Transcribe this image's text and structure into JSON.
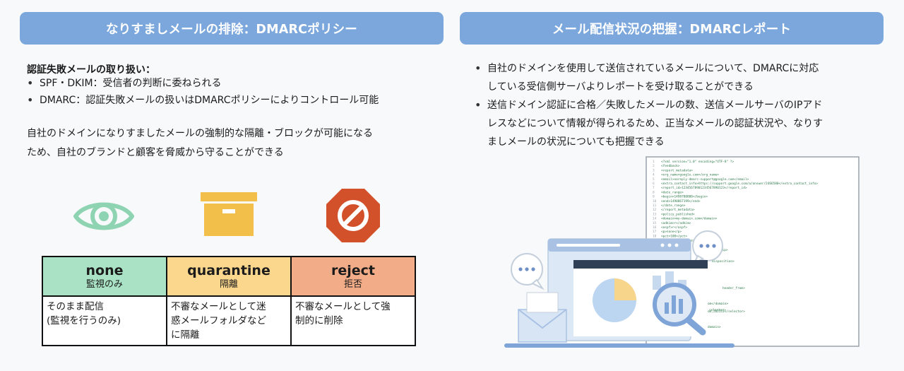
{
  "left": {
    "banner": "なりすましメールの排除：DMARCポリシー",
    "subtitle": "認証失敗メールの取り扱い：",
    "bullets": [
      "SPF・DKIM：受信者の判断に委ねられる",
      "DMARC：認証失敗メールの扱いはDMARCポリシーによりコントロール可能"
    ],
    "description_lines": [
      "自社のドメインになりすましたメールの強制的な隔離・ブロックが可能になる",
      "ため、自社のブランドと顧客を脅威から守ることができる"
    ],
    "icons": [
      "eye-icon",
      "box-icon",
      "prohibited-icon"
    ],
    "colors": {
      "eye": "#8fd4b2",
      "box": "#f2bf4a",
      "prohibited": "#d2512a"
    },
    "table": {
      "columns": [
        {
          "en": "none",
          "ja": "監視のみ",
          "color": "#a9e2c4"
        },
        {
          "en": "quarantine",
          "ja": "隔離",
          "color": "#fbd78e"
        },
        {
          "en": "reject",
          "ja": "拒否",
          "color": "#f3ac88"
        }
      ],
      "cells": [
        [
          "そのまま配信",
          "(監視を行うのみ)"
        ],
        [
          "不審なメールとして迷",
          "惑メールフォルダなど",
          "に隔離"
        ],
        [
          "不審なメールとして強",
          "制的に削除"
        ]
      ]
    }
  },
  "right": {
    "banner": "メール配信状況の把握：DMARCレポート",
    "bullets": [
      [
        "自社のドメインを使用して送信されているメールについて、DMARCに対応",
        "している受信側サーバよりレポートを受け取ることができる"
      ],
      [
        "送信ドメイン認証に合格／失敗したメールの数、送信メールサーバのIPアド",
        "レスなどについて情報が得られるため、正当なメールの認証状況や、なりす",
        "ましメールの状況についても把握できる"
      ]
    ],
    "report_xml_lines": [
      "<?xml version=\"1.0\" encoding=\"UTF-8\" ?>",
      "<feedback>",
      "  <report_metadata>",
      "    <org_name>google.com</org_name>",
      "    <email>noreply-dmarc-support@google.com</email>",
      "    <extra_contact_info>https://support.google.com/a/answer/2466580</extra_contact_info>",
      "    <report_id>12345678901234567890123</report_id>",
      "    <date_range>",
      "      <begin>1498780800</begin>",
      "      <end>1498867199</end>",
      "    </date_range>",
      "  </report_metadata>",
      "  <policy_published>",
      "    <domain>my-domain.com</domain>",
      "    <adkim>r</adkim>",
      "    <aspf>r</aspf>",
      "    <p>none</p>",
      "    <pct>100</pct>",
      "  </policy_published>"
    ],
    "report_fragments": [
      "_ip>",
      "disposition>",
      "header_from>",
      "selector>",
      "domain>",
      "om</domain>",
      "om,202111</selector>",
      "ts>"
    ]
  }
}
